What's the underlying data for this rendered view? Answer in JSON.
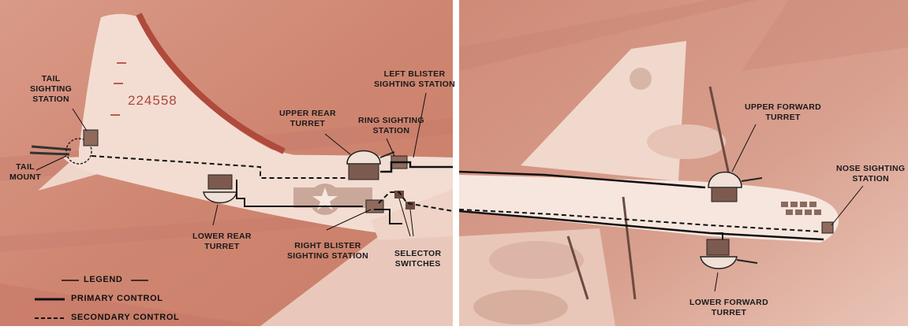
{
  "aircraft_serial": "224558",
  "labels": {
    "tail_sighting": [
      "TAIL",
      "SIGHTING",
      "STATION"
    ],
    "tail_mount": [
      "TAIL",
      "MOUNT"
    ],
    "upper_rear_turret": [
      "UPPER REAR",
      "TURRET"
    ],
    "ring_sighting": [
      "RING SIGHTING",
      "STATION"
    ],
    "left_blister": [
      "LEFT BLISTER",
      "SIGHTING STATION"
    ],
    "lower_rear_turret": [
      "LOWER REAR",
      "TURRET"
    ],
    "right_blister": [
      "RIGHT BLISTER",
      "SIGHTING STATION"
    ],
    "selector_switches": [
      "SELECTOR",
      "SWITCHES"
    ],
    "upper_forward_turret": [
      "UPPER FORWARD",
      "TURRET"
    ],
    "nose_sighting": [
      "NOSE SIGHTING",
      "STATION"
    ],
    "lower_forward_turret": [
      "LOWER FORWARD",
      "TURRET"
    ]
  },
  "legend": {
    "title": "LEGEND",
    "primary": "PRIMARY CONTROL",
    "secondary": "SECONDARY CONTROL"
  },
  "colors": {
    "photo_tint": "#d28a76",
    "photo_dark": "#b86a58",
    "aircraft": "#f3ddd2",
    "line": "#111111"
  }
}
